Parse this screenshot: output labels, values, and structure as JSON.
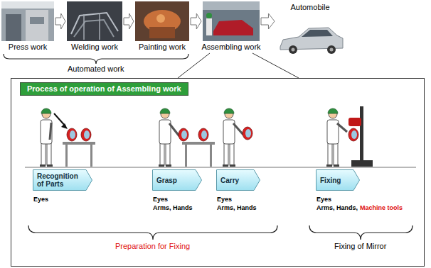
{
  "diagram": {
    "nodes": [
      {
        "text": [
          "Press work"
        ]
      },
      {
        "text": [
          "Welding work"
        ]
      },
      {
        "text": [
          "Painting work"
        ]
      },
      {
        "text": [
          "Assembling work"
        ]
      },
      {
        "text": [
          "Automobile"
        ]
      },
      {
        "text": [
          "Process of operation of Assembling work"
        ]
      },
      {
        "text": [
          "Recognition of Parts"
        ],
        "in": 5
      },
      {
        "text": [
          "Grasp"
        ],
        "in": 5
      },
      {
        "text": [
          "Carry"
        ],
        "in": 5
      },
      {
        "text": [
          "Fixing"
        ],
        "in": 5
      }
    ],
    "edges": [
      {
        "from": 0,
        "to": 1,
        "arrow": "to"
      },
      {
        "from": 1,
        "to": 2,
        "arrow": "to"
      },
      {
        "from": 2,
        "to": 3,
        "arrow": "to"
      },
      {
        "from": 3,
        "to": 4,
        "arrow": "to"
      },
      {
        "from": 3,
        "to": 5,
        "arrow": "none"
      }
    ],
    "labels": [
      "Automated work",
      "Eyes",
      "Eyes",
      "Arms, Hands",
      "Eyes",
      "Arms, Hands",
      "Eyes",
      "Arms, Hands,",
      "Machine tools",
      "Preparation for Fixing",
      "Fixing of Mirror"
    ]
  }
}
